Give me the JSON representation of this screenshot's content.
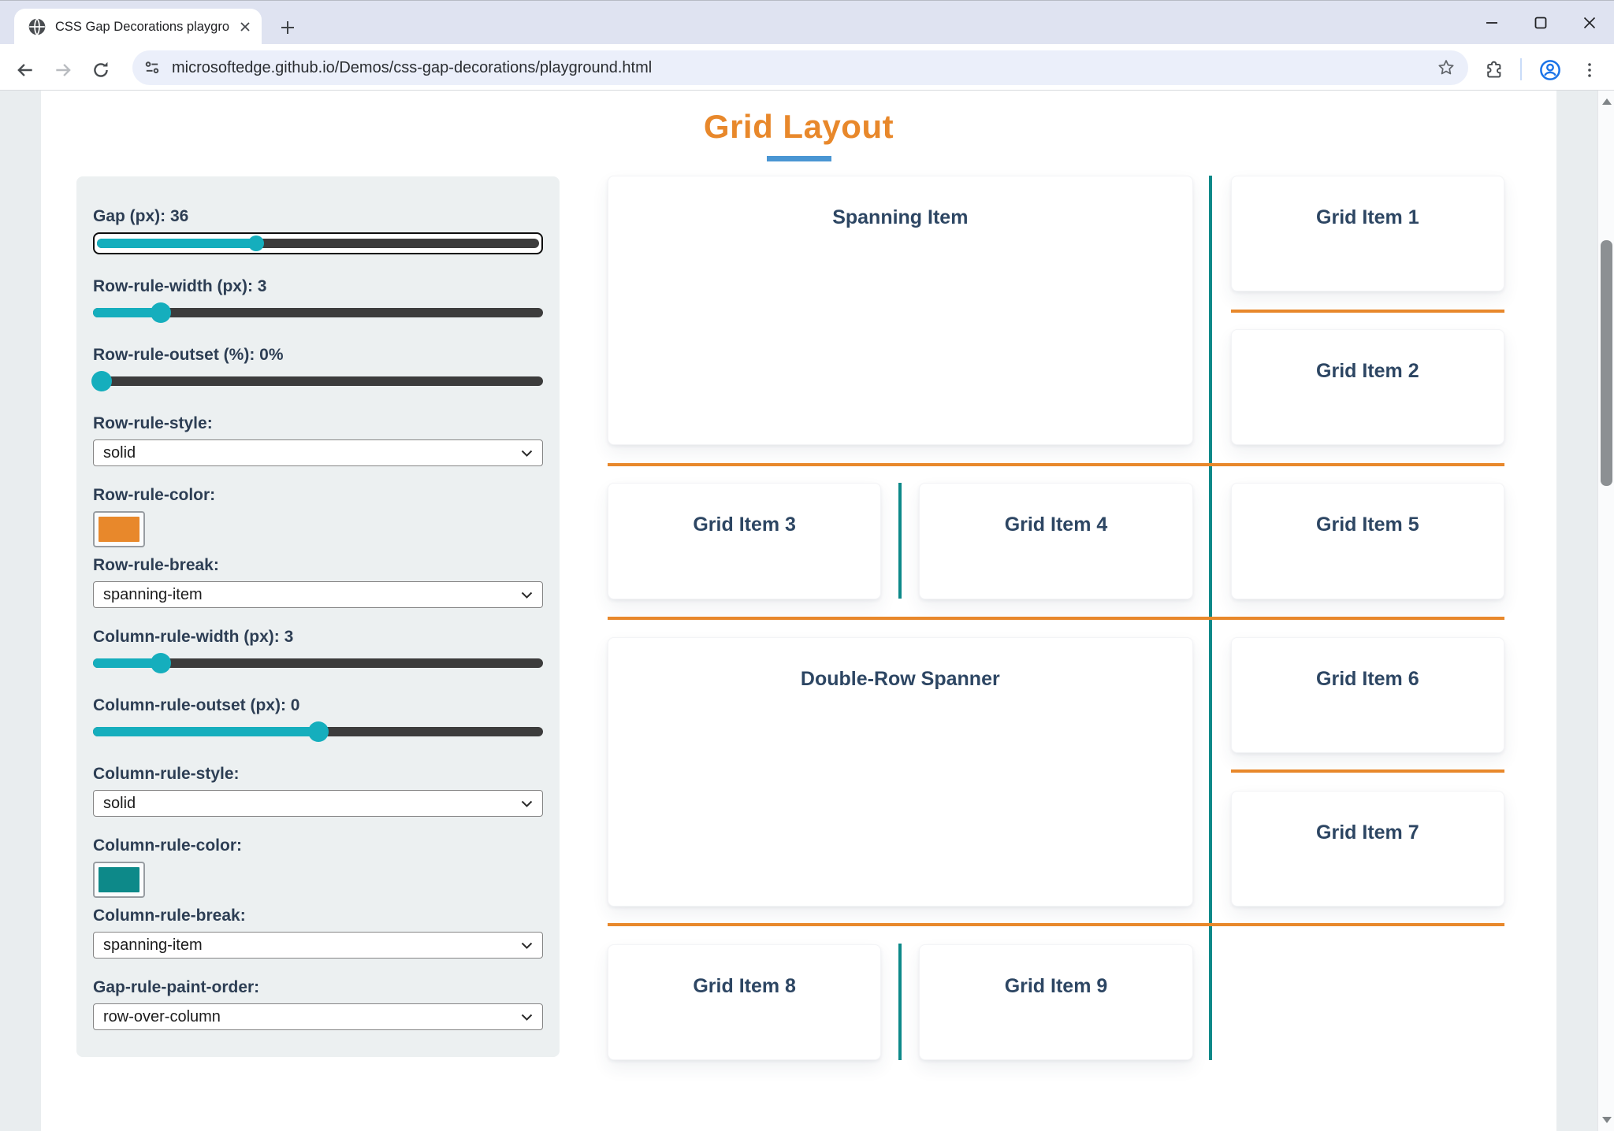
{
  "browser": {
    "tab_title": "CSS Gap Decorations playgroun",
    "url": "microsoftedge.github.io/Demos/css-gap-decorations/playground.html"
  },
  "page": {
    "title": "Grid Layout",
    "accent_orange": "#e8882b",
    "accent_teal": "#0d8989",
    "underline_blue": "#4a96d3",
    "slider_teal": "#15aebd"
  },
  "controls": {
    "gap": {
      "label": "Gap (px): 36",
      "percent": "36%"
    },
    "row_rule_width": {
      "label": "Row-rule-width (px): 3",
      "percent": "15%"
    },
    "row_rule_outset": {
      "label": "Row-rule-outset (%): 0%",
      "percent": "2%"
    },
    "row_rule_style": {
      "label": "Row-rule-style:",
      "value": "solid"
    },
    "row_rule_color": {
      "label": "Row-rule-color:",
      "color": "#e8882b"
    },
    "row_rule_break": {
      "label": "Row-rule-break:",
      "value": "spanning-item"
    },
    "column_rule_width": {
      "label": "Column-rule-width (px): 3",
      "percent": "15%"
    },
    "column_rule_outset": {
      "label": "Column-rule-outset (px): 0",
      "percent": "50%"
    },
    "column_rule_style": {
      "label": "Column-rule-style:",
      "value": "solid"
    },
    "column_rule_color": {
      "label": "Column-rule-color:",
      "color": "#0d8989"
    },
    "column_rule_break": {
      "label": "Column-rule-break:",
      "value": "spanning-item"
    },
    "gap_rule_paint_order": {
      "label": "Gap-rule-paint-order:",
      "value": "row-over-column"
    }
  },
  "grid": {
    "items": {
      "spanning": "Spanning Item",
      "i1": "Grid Item 1",
      "i2": "Grid Item 2",
      "i3": "Grid Item 3",
      "i4": "Grid Item 4",
      "i5": "Grid Item 5",
      "dbl": "Double-Row Spanner",
      "i6": "Grid Item 6",
      "i7": "Grid Item 7",
      "i8": "Grid Item 8",
      "i9": "Grid Item 9"
    }
  }
}
